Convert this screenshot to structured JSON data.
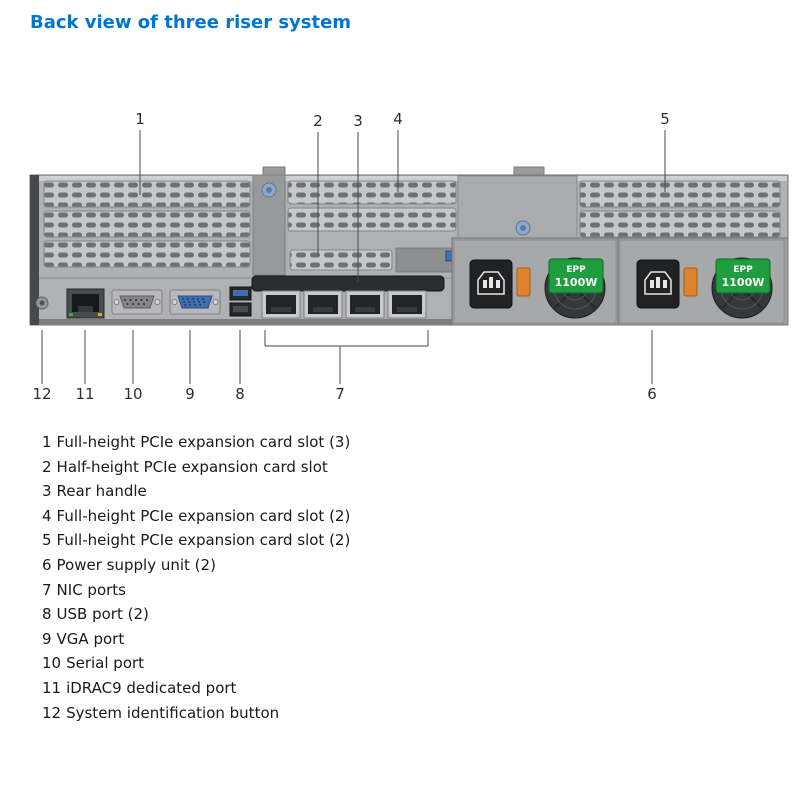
{
  "page": {
    "title": "Back view of three riser system"
  },
  "colors": {
    "title_blue": "#0076ce",
    "chassis_gray": "#b0b1b3",
    "psu_label_green": "#1e9e3e",
    "vga_blue": "#3f6fae",
    "latch_orange": "#e0832f"
  },
  "diagram": {
    "callouts_top": [
      "1",
      "2",
      "3",
      "4",
      "5"
    ],
    "callouts_bottom": [
      "12",
      "11",
      "10",
      "9",
      "8",
      "7",
      "6"
    ],
    "psu_label": {
      "line1": "EPP",
      "line2": "1100W"
    }
  },
  "legend": {
    "items": [
      {
        "num": "1",
        "label": "Full-height PCIe expansion card slot (3)"
      },
      {
        "num": "2",
        "label": "Half-height PCIe expansion card slot"
      },
      {
        "num": "3",
        "label": "Rear handle"
      },
      {
        "num": "4",
        "label": "Full-height PCIe expansion card slot (2)"
      },
      {
        "num": "5",
        "label": "Full-height PCIe expansion card slot (2)"
      },
      {
        "num": "6",
        "label": "Power supply unit (2)"
      },
      {
        "num": "7",
        "label": "NIC ports"
      },
      {
        "num": "8",
        "label": "USB port (2)"
      },
      {
        "num": "9",
        "label": "VGA port"
      },
      {
        "num": "10",
        "label": "Serial port"
      },
      {
        "num": "11",
        "label": "iDRAC9 dedicated port"
      },
      {
        "num": "12",
        "label": "System identification button"
      }
    ]
  }
}
